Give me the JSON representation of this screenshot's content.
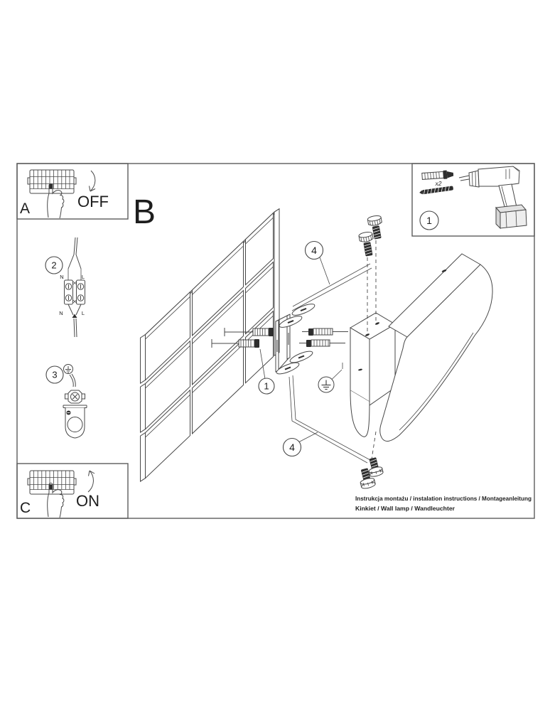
{
  "colors": {
    "line": "#474747",
    "dark": "#2e2e2e",
    "frame": "#5c5c5c",
    "text": "#1d1d1d"
  },
  "figure_label": "B",
  "panel_a": {
    "letter": "A",
    "state": "OFF"
  },
  "panel_c": {
    "letter": "C",
    "state": "ON"
  },
  "parts_box": {
    "step": "1",
    "quantity": "x2"
  },
  "wiring": {
    "step": "2",
    "neutral": "N",
    "live": "L"
  },
  "ground": {
    "step": "3"
  },
  "callouts": {
    "bracket_screws": "1",
    "cover_screws": "4"
  },
  "caption": {
    "line1": "Instrukcja montażu / instalation instructions / Montageanleitung",
    "line2": "Kinkiet / Wall lamp / Wandleuchter"
  }
}
